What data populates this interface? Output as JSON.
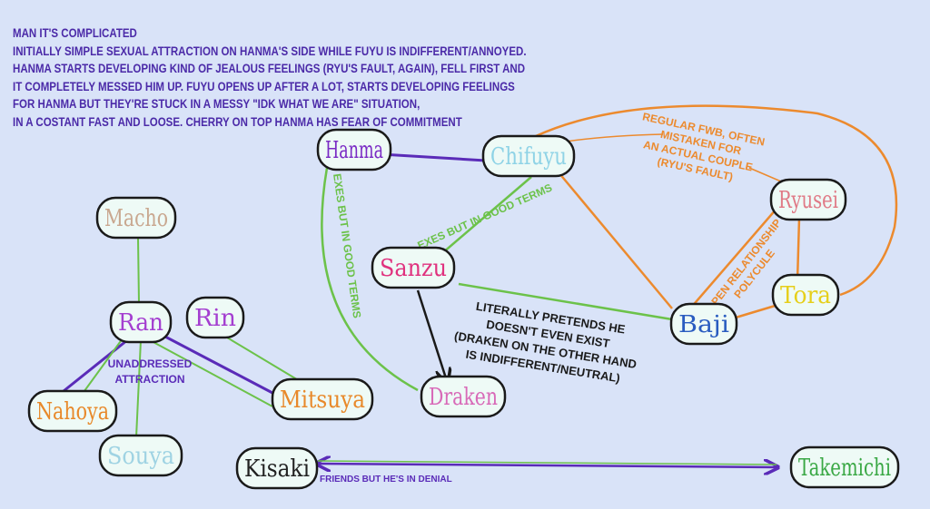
{
  "notes": [
    "MAN IT'S COMPLICATED",
    "INITIALLY SIMPLE SEXUAL ATTRACTION ON HANMA'S SIDE WHILE FUYU IS INDIFFERENT/ANNOYED.",
    "HANMA STARTS DEVELOPING KIND OF JEALOUS FEELINGS (RYU'S FAULT, AGAIN), FELL FIRST AND",
    "IT COMPLETELY MESSED HIM UP. FUYU OPENS UP AFTER A LOT, STARTS DEVELOPING FEELINGS",
    "FOR HANMA BUT THEY'RE STUCK IN A MESSY \"IDK WHAT WE ARE\" SITUATION,",
    "IN A COSTANT FAST AND LOOSE. CHERRY ON TOP HANMA HAS FEAR OF COMMITMENT"
  ],
  "nodes": {
    "hanma": {
      "label": "Hanma",
      "color": "#7a2bc4"
    },
    "chifuyu": {
      "label": "Chifuyu",
      "color": "#8fd3e6"
    },
    "ryusei": {
      "label": "Ryusei",
      "color": "#e07a86"
    },
    "tora": {
      "label": "Tora",
      "color": "#e6cf1a"
    },
    "baji": {
      "label": "Baji",
      "color": "#2a5cc0"
    },
    "sanzu": {
      "label": "Sanzu",
      "color": "#e0327e"
    },
    "draken": {
      "label": "Draken",
      "color": "#d86ab8"
    },
    "macho": {
      "label": "Macho",
      "color": "#c9a890"
    },
    "ran": {
      "label": "Ran",
      "color": "#a43fd0"
    },
    "rin": {
      "label": "Rin",
      "color": "#a43fd0"
    },
    "mitsuya": {
      "label": "Mitsuya",
      "color": "#e8892a"
    },
    "nahoya": {
      "label": "Nahoya",
      "color": "#e8892a"
    },
    "souya": {
      "label": "Souya",
      "color": "#9fd3e3"
    },
    "kisaki": {
      "label": "Kisaki",
      "color": "#222222"
    },
    "takemichi": {
      "label": "Takemichi",
      "color": "#3aa845"
    }
  },
  "labels": {
    "hanma_draken": "EXES BUT IN GOOD TERMS",
    "chifuyu_sanzu": "EXES BUT IN GOOD TERMS",
    "fwb": [
      "REGULAR FWB, OFTEN",
      "MISTAKEN FOR",
      "AN ACTUAL COUPLE",
      "(RYU'S FAULT)"
    ],
    "polycule": [
      "OPEN RELATIONSHIP",
      "POLYCULE"
    ],
    "sanzu_draken": [
      "LITERALLY PRETENDS HE",
      "DOESN'T EVEN EXIST",
      "(DRAKEN ON THE OTHER HAND",
      "IS INDIFFERENT/NEUTRAL)"
    ],
    "unaddressed": [
      "UNADDRESSED",
      "ATTRACTION"
    ],
    "kisaki_takemichi": "FRIENDS BUT HE'S IN DENIAL"
  },
  "colors": {
    "purple": "#5a2bb8",
    "green": "#6cc24a",
    "orange": "#ec8a2e",
    "black": "#1a1a1a",
    "background": "#d9e3f8"
  }
}
